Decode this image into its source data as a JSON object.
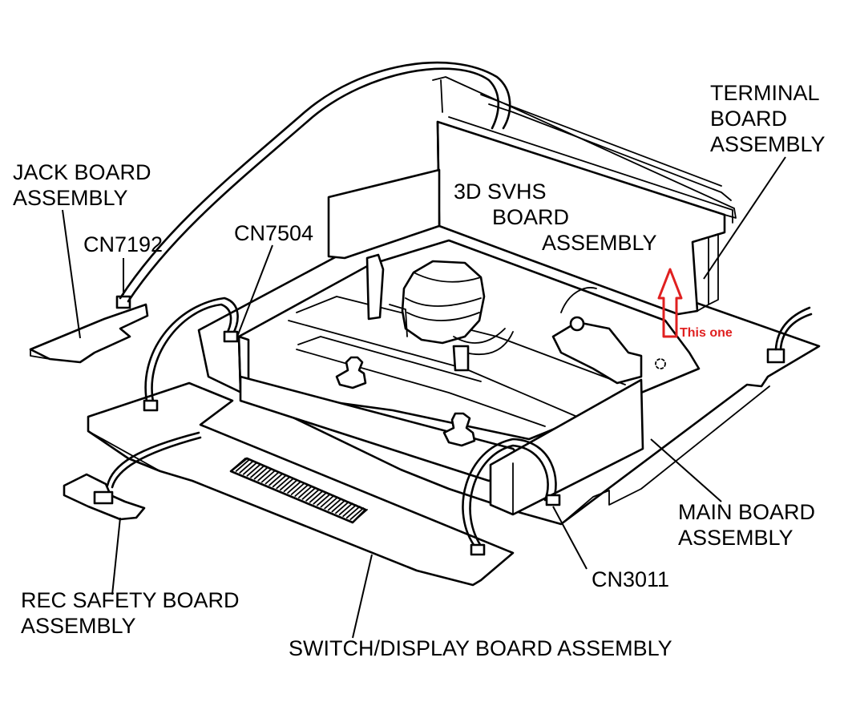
{
  "labels": {
    "terminal": [
      "TERMINAL",
      "BOARD",
      "ASSEMBLY"
    ],
    "jack": [
      "JACK BOARD",
      "ASSEMBLY"
    ],
    "svhs": [
      "3D SVHS",
      "BOARD",
      "ASSEMBLY"
    ],
    "cn7192": "CN7192",
    "cn7504": "CN7504",
    "main": [
      "MAIN BOARD",
      "ASSEMBLY"
    ],
    "rec": [
      "REC SAFETY BOARD",
      "ASSEMBLY"
    ],
    "cn3011": "CN3011",
    "switch": "SWITCH/DISPLAY BOARD ASSEMBLY"
  },
  "annotation": {
    "text": "This one",
    "color": "#e02020"
  }
}
